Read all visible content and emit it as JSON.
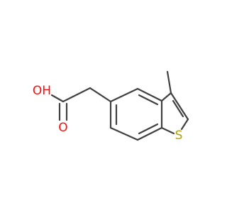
{
  "molecule": {
    "name": "",
    "atom_labels": {
      "hydroxyl": "OH",
      "carbonyl_oxygen": "O",
      "sulfur": "S"
    },
    "colors": {
      "bond": "#404040",
      "oxygen": "#ff0d0d",
      "sulfur": "#b2a000"
    }
  }
}
